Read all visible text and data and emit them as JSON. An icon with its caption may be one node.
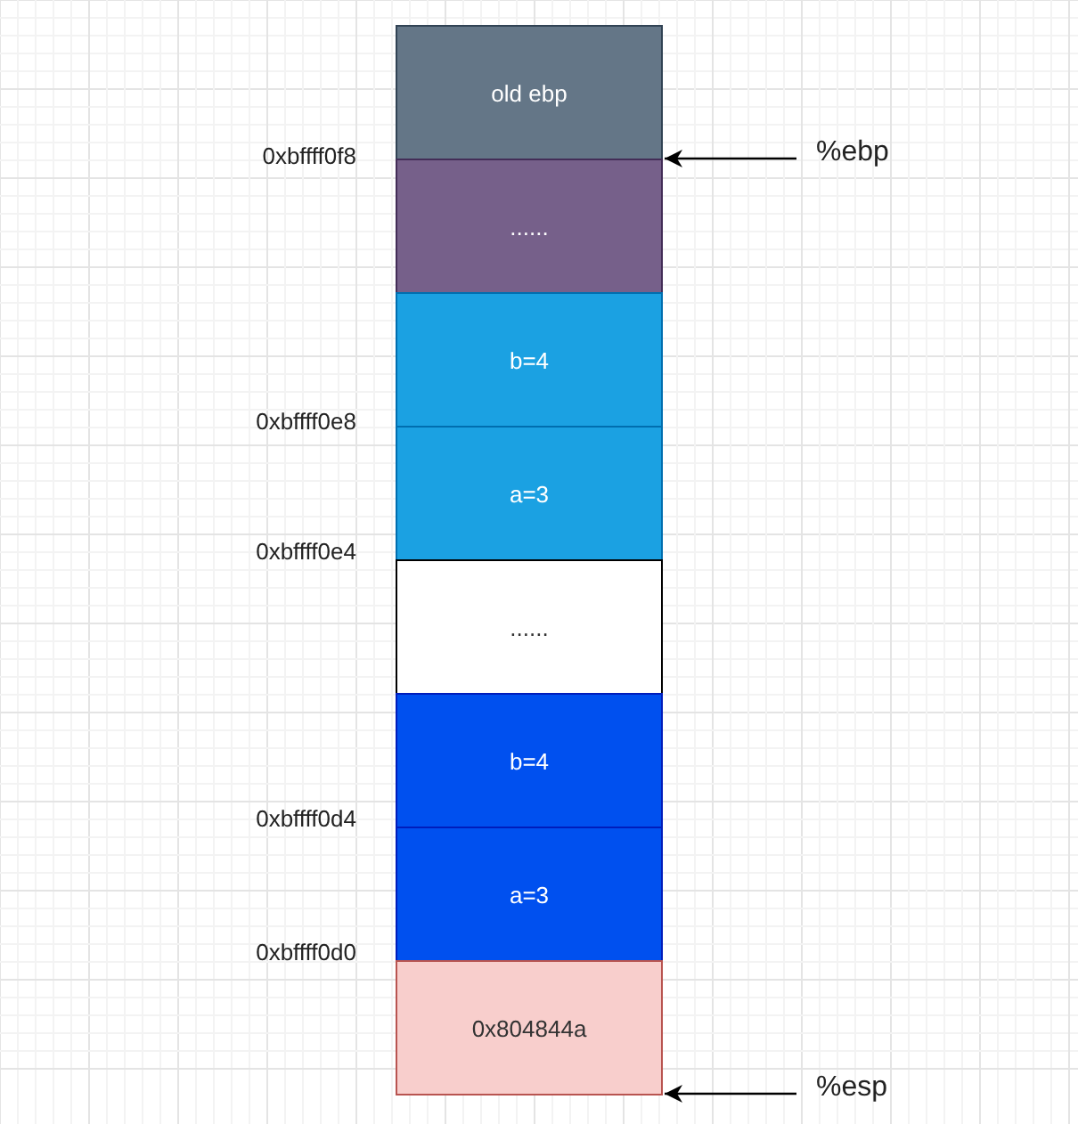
{
  "diagram": {
    "nodes": [
      {
        "text": [
          "old ebp"
        ]
      },
      {
        "text": [
          "......"
        ]
      },
      {
        "text": [
          "b=4"
        ]
      },
      {
        "text": [
          "a=3"
        ]
      },
      {
        "text": [
          "......"
        ]
      },
      {
        "text": [
          "b=4"
        ]
      },
      {
        "text": [
          "a=3"
        ]
      },
      {
        "text": [
          "0x804844a"
        ]
      },
      {
        "text": [
          "%ebp"
        ]
      },
      {
        "text": [
          "%esp"
        ]
      }
    ],
    "edges": [
      {
        "from": 8,
        "to": 0,
        "arrow": "to"
      },
      {
        "from": 9,
        "to": 7,
        "arrow": "to"
      }
    ],
    "labels": [
      "0xbffff0f8",
      "0xbffff0e8",
      "0xbffff0e4",
      "0xbffff0d4",
      "0xbffff0d0"
    ]
  }
}
